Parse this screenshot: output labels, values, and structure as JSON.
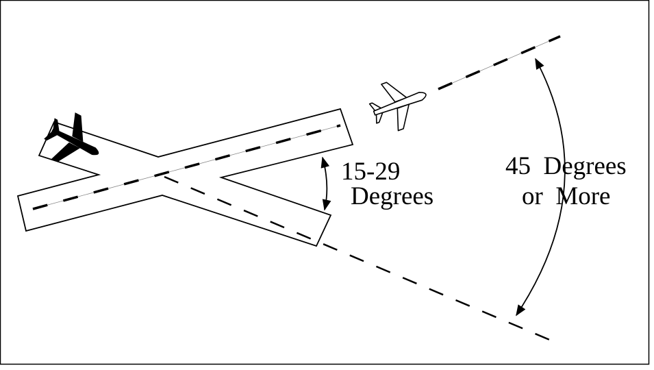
{
  "labels": {
    "angle_small_line1": "15-29",
    "angle_small_line2": "Degrees",
    "angle_large_line1": "45  Degrees",
    "angle_large_line2": "or  More"
  },
  "icons": {
    "landing_plane": "airplane-icon-filled",
    "departing_plane": "airplane-icon-outline"
  },
  "colors": {
    "ink": "#000000",
    "background": "#ffffff"
  }
}
